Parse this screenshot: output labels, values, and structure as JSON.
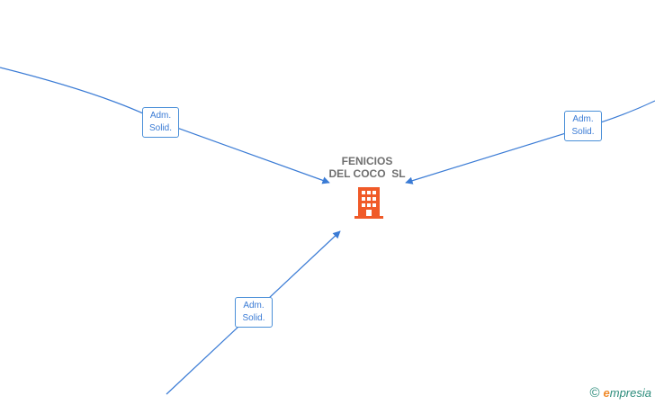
{
  "center_node": {
    "name_line1": "FENICIOS",
    "name_line2": "DEL COCO  SL",
    "icon": "building-icon"
  },
  "edges": [
    {
      "role": "Adm.\nSolid.",
      "line1": "Adm.",
      "line2": "Solid."
    },
    {
      "role": "Adm.\nSolid.",
      "line1": "Adm.",
      "line2": "Solid."
    },
    {
      "role": "Adm.\nSolid.",
      "line1": "Adm.",
      "line2": "Solid."
    }
  ],
  "watermark": {
    "copyright_symbol": "©",
    "brand_initial": "e",
    "brand_rest": "mpresia"
  },
  "colors": {
    "edge": "#3a7bd5",
    "icon": "#f05a28",
    "text": "#6f6f6f",
    "brand_text": "#2a8b7a",
    "brand_accent": "#f08a2a"
  }
}
